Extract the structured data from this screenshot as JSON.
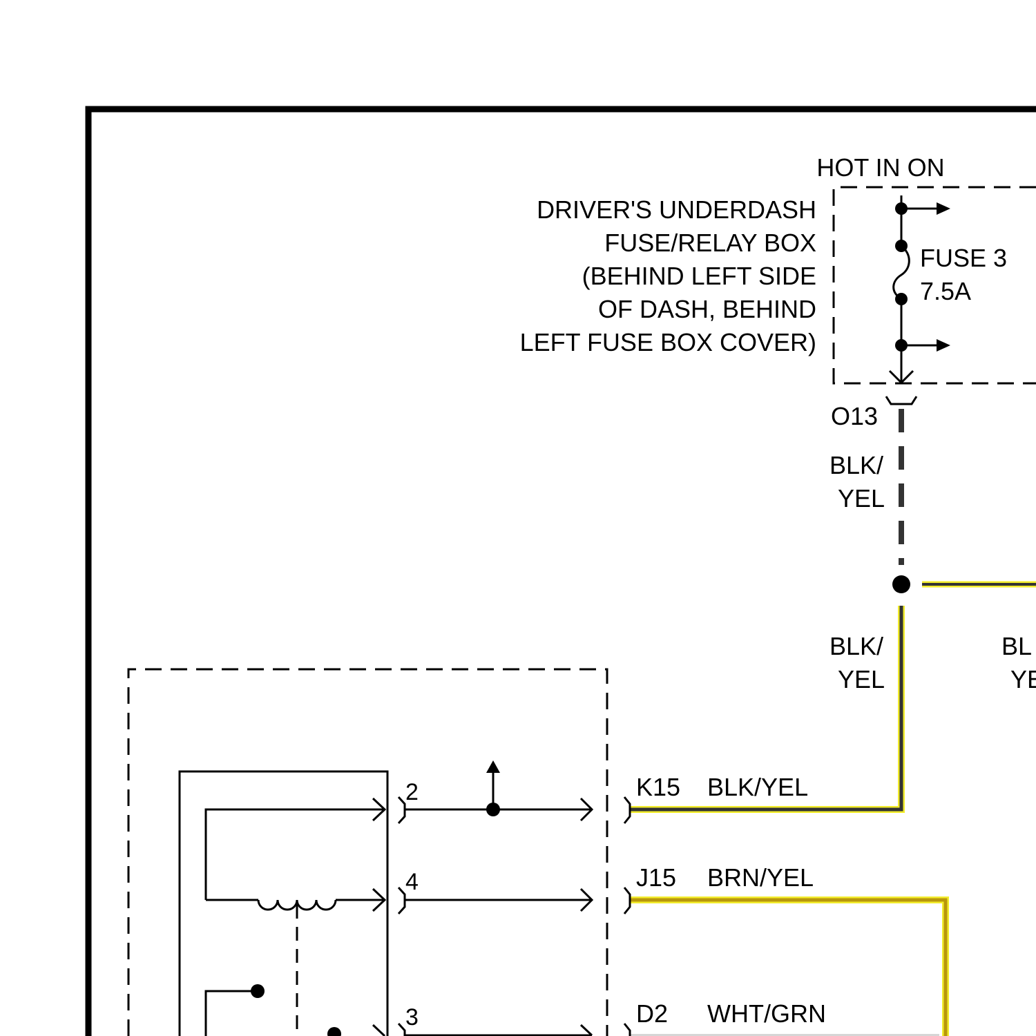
{
  "fuse_box": {
    "power_label": "HOT IN ON",
    "name_lines": [
      "DRIVER'S UNDERDASH",
      "FUSE/RELAY BOX",
      "(BEHIND LEFT SIDE",
      "OF DASH, BEHIND",
      "LEFT FUSE BOX COVER)"
    ],
    "fuse_name": "FUSE 3",
    "fuse_rating": "7.5A",
    "connector": "O13"
  },
  "wires": {
    "upper_color": [
      "BLK/",
      "YEL"
    ],
    "lower_color": [
      "BLK/",
      "YEL"
    ],
    "right_color_partial": [
      "BL",
      "YE"
    ]
  },
  "pins": [
    {
      "number": "2",
      "terminal": "K15",
      "wire": "BLK/YEL",
      "color": "#f2ec2c"
    },
    {
      "number": "4",
      "terminal": "J15",
      "wire": "BRN/YEL",
      "color": "#b8960c"
    },
    {
      "number": "3",
      "terminal": "D2",
      "wire": "WHT/GRN",
      "color": "#e8e8e8"
    }
  ],
  "colors": {
    "frame": "#000000",
    "blk_yel_highlight": "#f2ec2c",
    "brn_yel": "#b8960c",
    "brn_yel_highlight": "#f2ec2c"
  }
}
